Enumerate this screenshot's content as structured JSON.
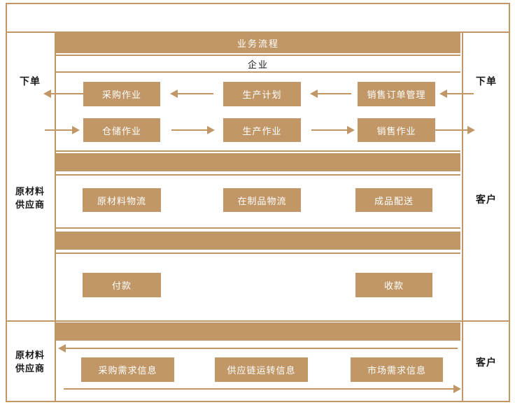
{
  "colors": {
    "tan": "#C19767",
    "label_text": "#1A1A1A",
    "box_text": "#FFFFFF"
  },
  "header": {
    "process_title": "业务流程",
    "enterprise": "企业"
  },
  "left_panel": {
    "order": "下单",
    "supplier": [
      "原材料",
      "供应商"
    ]
  },
  "right_panel": {
    "order": "下单",
    "customer": "客户"
  },
  "bottom_left_panel": {
    "supplier": [
      "原材料",
      "供应商"
    ]
  },
  "bottom_right_panel": {
    "customer": "客户"
  },
  "boxes": {
    "row1": [
      "采购作业",
      "生产计划",
      "销售订单管理"
    ],
    "row2": [
      "仓储作业",
      "生产作业",
      "销售作业"
    ],
    "row3": [
      "原材料物流",
      "在制品物流",
      "成品配送"
    ],
    "row4": [
      "付款",
      "收款"
    ],
    "row5": [
      "采购需求信息",
      "供应链运转信息",
      "市场需求信息"
    ]
  }
}
